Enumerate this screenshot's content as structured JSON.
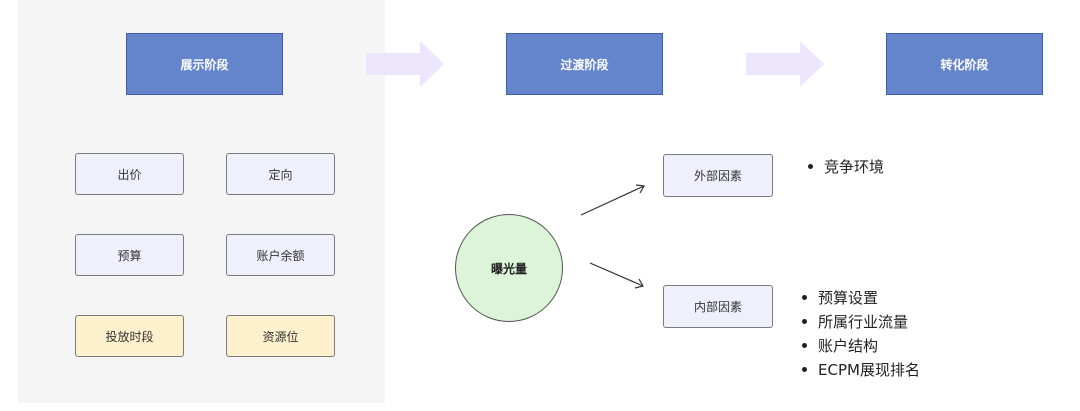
{
  "stages": {
    "display": "展示阶段",
    "transition": "过渡阶段",
    "conversion": "转化阶段"
  },
  "display_factors": {
    "bid": "出价",
    "targeting": "定向",
    "budget": "预算",
    "account_balance": "账户余额",
    "delivery_period": "投放时段",
    "ad_slot": "资源位"
  },
  "center": {
    "label": "曝光量"
  },
  "branches": {
    "external": {
      "label": "外部因素",
      "items": [
        "竞争环境"
      ]
    },
    "internal": {
      "label": "内部因素",
      "items": [
        "预算设置",
        "所属行业流量",
        "账户结构",
        "ECPM展现排名"
      ]
    }
  },
  "colors": {
    "stage_fill": "#6484cc",
    "stage_text": "#ffffff",
    "flow_arrow": "#ece5fb",
    "factor_blue": "#eef1fb",
    "factor_yellow": "#fdf0cd",
    "circle_fill": "#dcf5d8",
    "panel_bg": "#f5f5f5"
  }
}
